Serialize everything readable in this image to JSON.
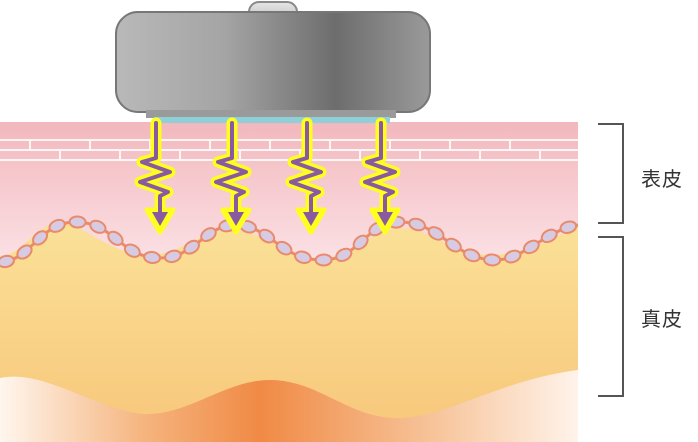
{
  "labels": {
    "epidermis": "表皮",
    "dermis": "真皮"
  },
  "colors": {
    "epidermis_top": "#f2b8bd",
    "epidermis_bottom": "#fbe0e4",
    "dermis_top": "#fbe39a",
    "dermis_bottom": "#f7c67a",
    "fat_light": "#fff6ee",
    "fat_dark": "#f08a45",
    "collagen_fill": "#d6cbe3",
    "collagen_stroke": "#e98a6a",
    "energy_outline": "#ffff1f",
    "energy_core": "#8a5aa0",
    "device_body": "#8c8c8c",
    "device_tip": "#8fd0d8",
    "bracket": "#555555"
  },
  "icons": {
    "device": "rf-device-head-icon",
    "energy": "energy-zigzag-arrow-icon"
  },
  "energy_beam_count": 4
}
